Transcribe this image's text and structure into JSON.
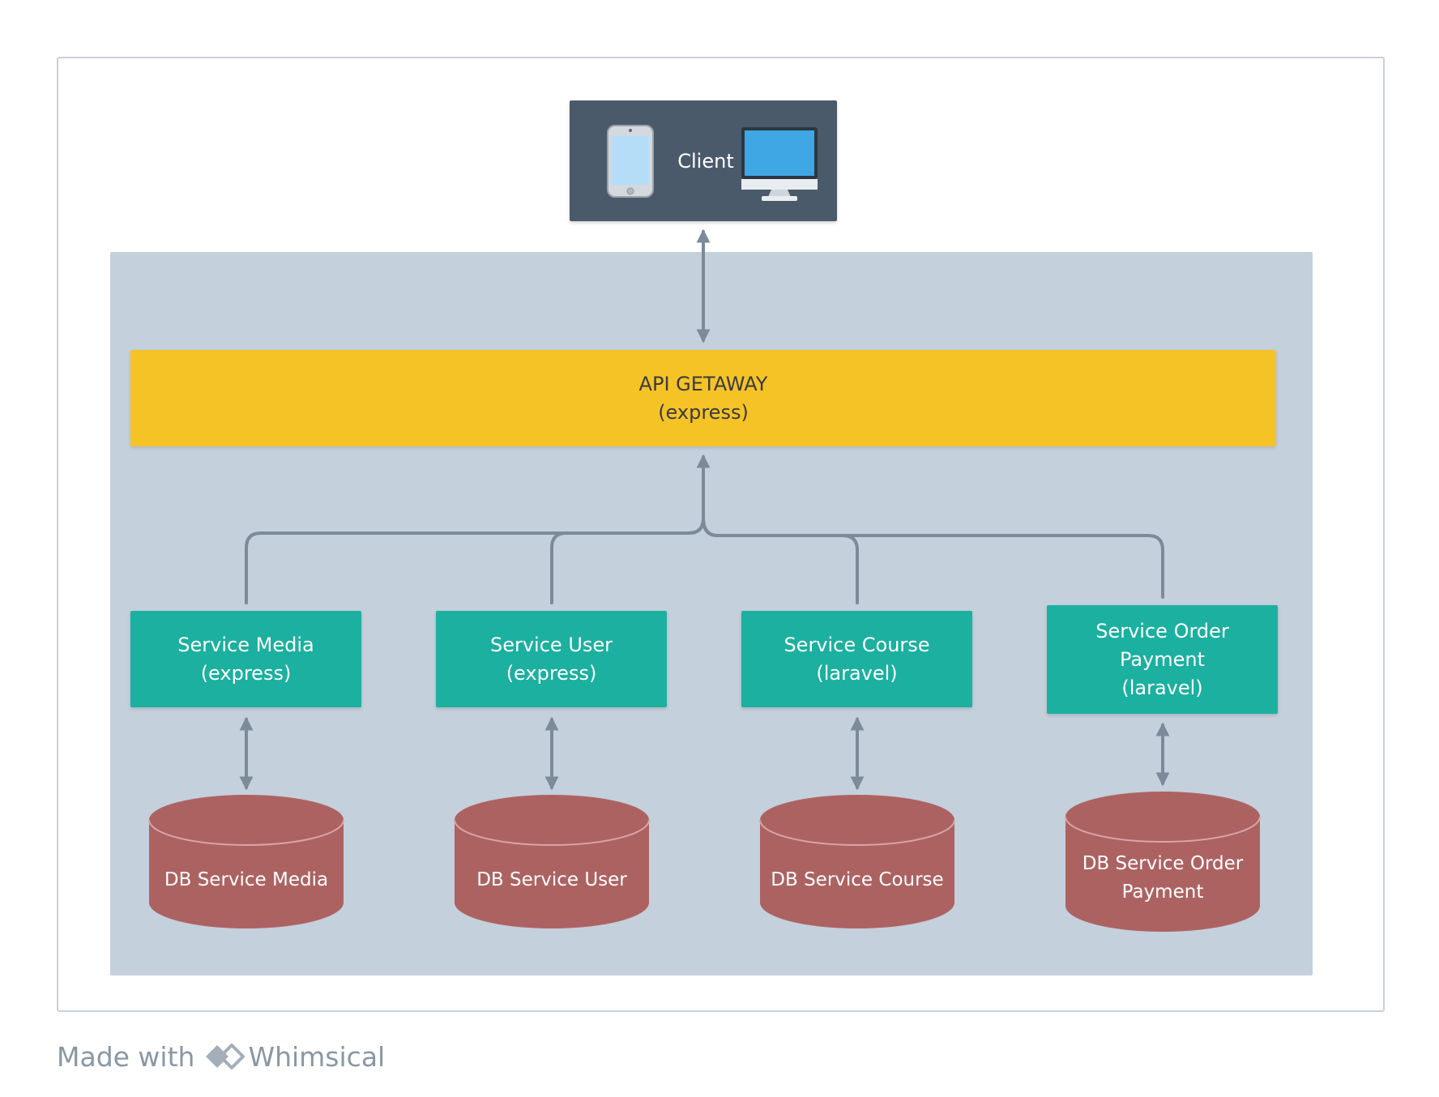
{
  "client": {
    "label": "Client",
    "icons": [
      "phone-icon",
      "desktop-monitor-icon"
    ]
  },
  "gateway": {
    "line1": "API GETAWAY",
    "line2": "(express)"
  },
  "services": [
    {
      "lines": [
        "Service Media",
        "(express)"
      ]
    },
    {
      "lines": [
        "Service User",
        "(express)"
      ]
    },
    {
      "lines": [
        "Service Course",
        "(laravel)"
      ]
    },
    {
      "lines": [
        "Service Order",
        "Payment",
        "(laravel)"
      ]
    }
  ],
  "databases": [
    {
      "lines": [
        "DB Service Media"
      ]
    },
    {
      "lines": [
        "DB Service User"
      ]
    },
    {
      "lines": [
        "DB Service Course"
      ]
    },
    {
      "lines": [
        "DB Service Order",
        "Payment"
      ]
    }
  ],
  "footer": {
    "made_with": "Made with",
    "brand": "Whimsical",
    "icon": "whimsical-logo-icon"
  },
  "colors": {
    "client_bg": "#4b5a6b",
    "gateway_bg": "#f6c327",
    "service_bg": "#1bb09f",
    "db_bg": "#ad6262",
    "backdrop_bg": "#c4d0db",
    "connector": "#7c8a9a"
  }
}
